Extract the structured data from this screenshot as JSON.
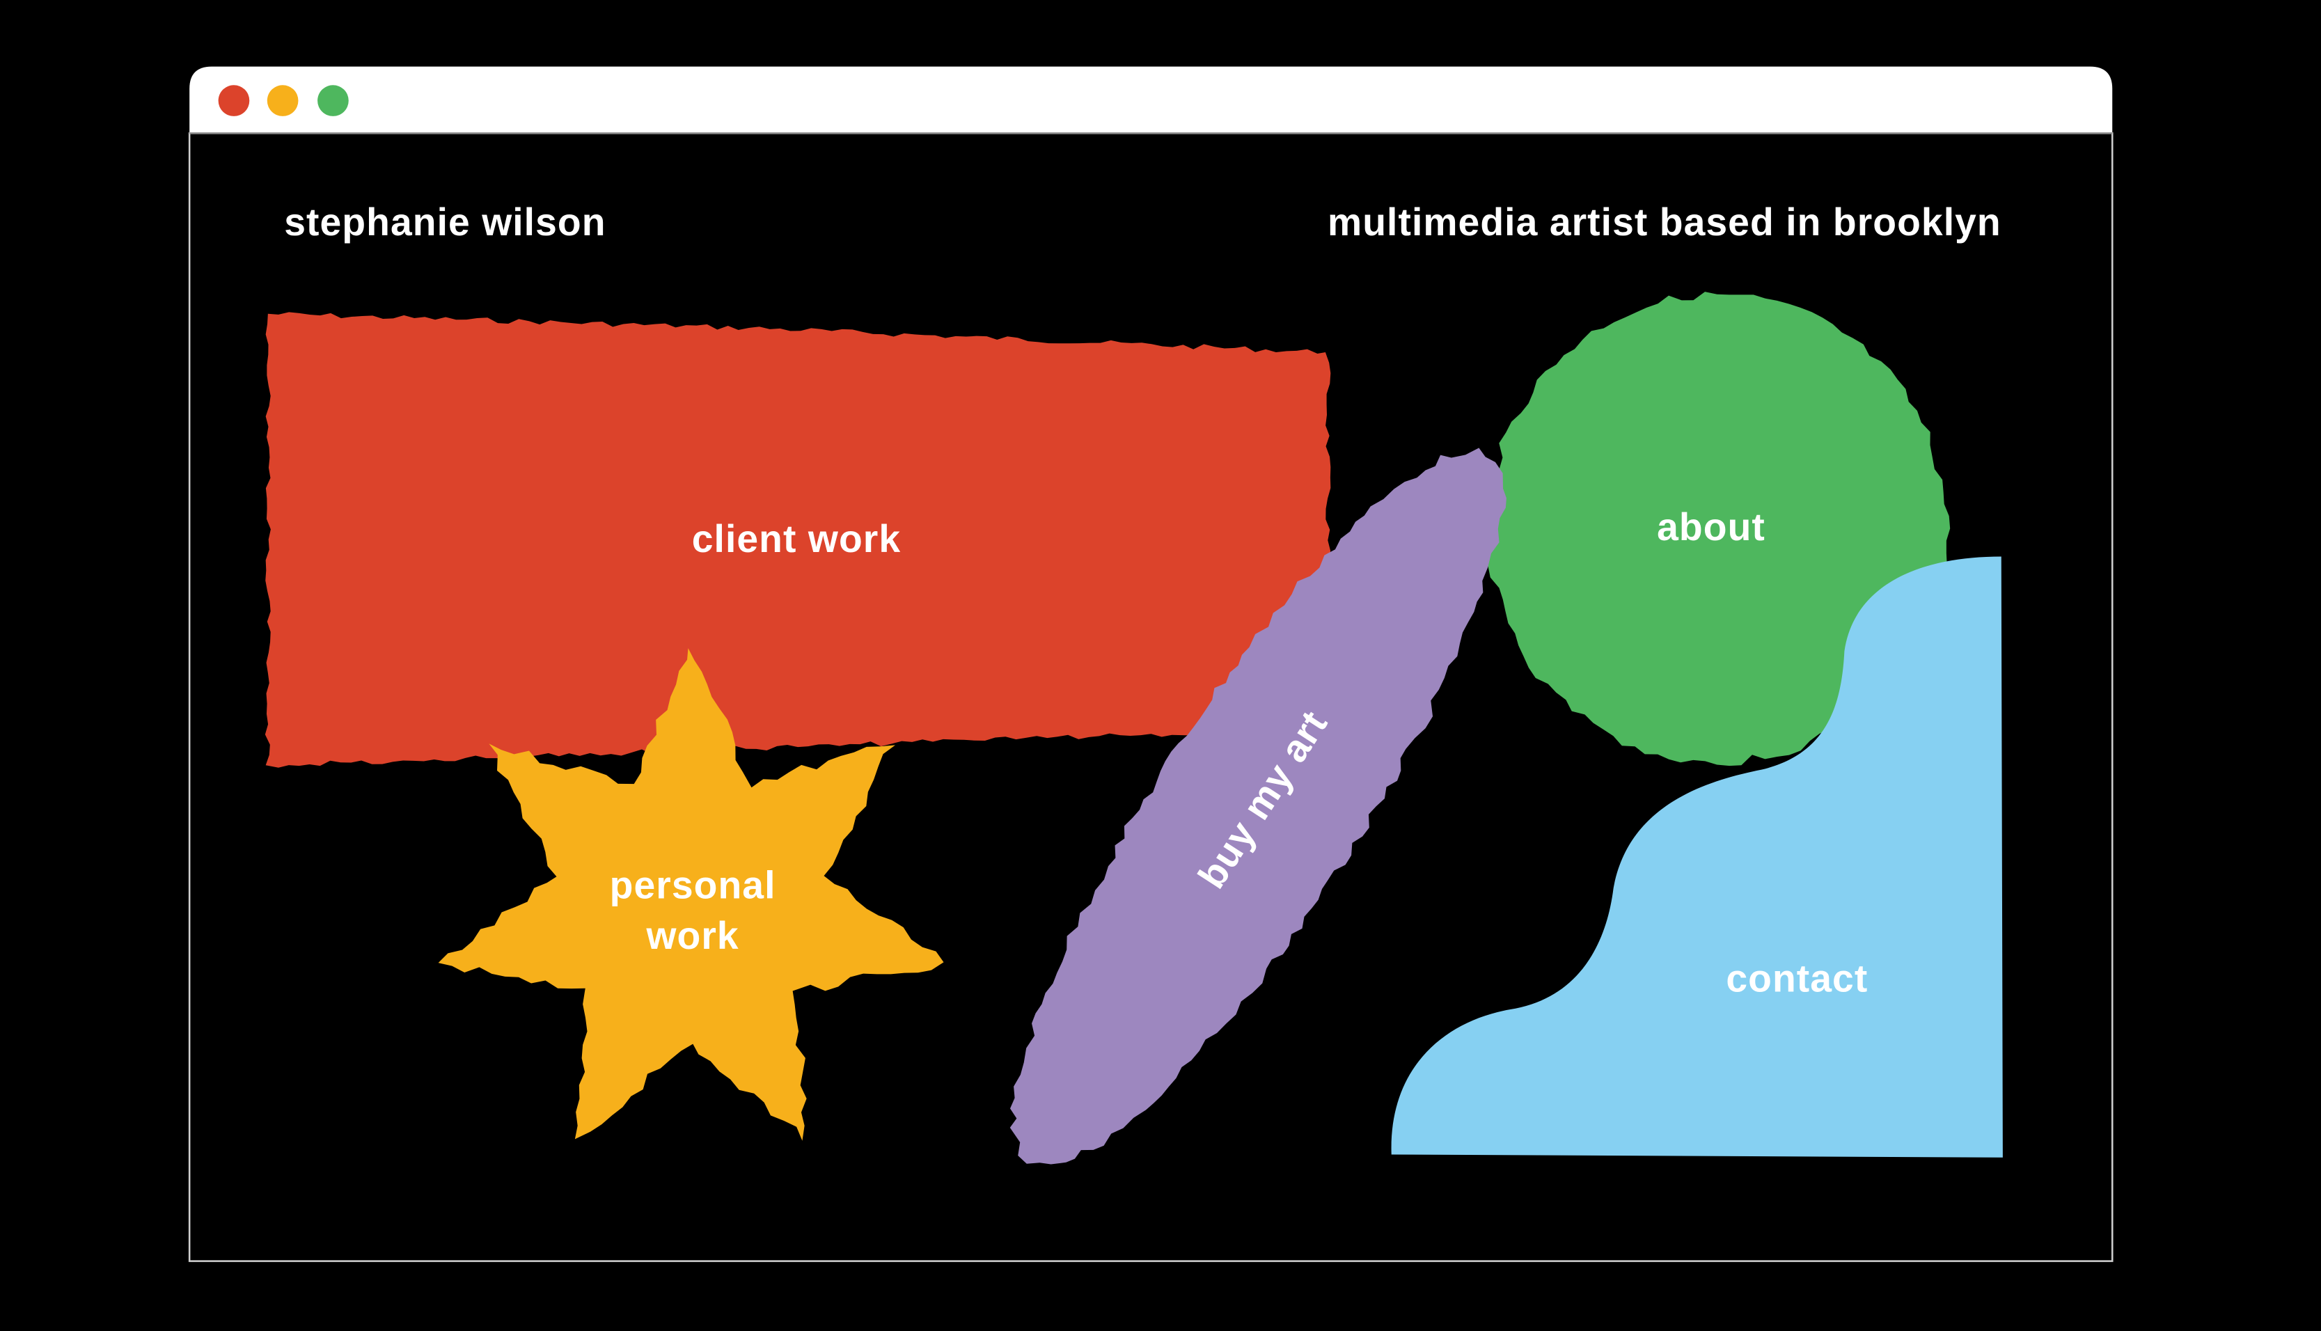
{
  "header": {
    "name": "stephanie wilson",
    "tagline": "multimedia artist based in brooklyn"
  },
  "nav": {
    "client_work": "client work",
    "personal_work_line1": "personal",
    "personal_work_line2": "work",
    "buy_my_art": "buy my art",
    "about": "about",
    "contact": "contact"
  },
  "colors": {
    "red": "#dc432b",
    "yellow": "#f7b01b",
    "green": "#4eb75e",
    "purple": "#9d87bf",
    "blue": "#86d0f2",
    "background": "#000000"
  }
}
